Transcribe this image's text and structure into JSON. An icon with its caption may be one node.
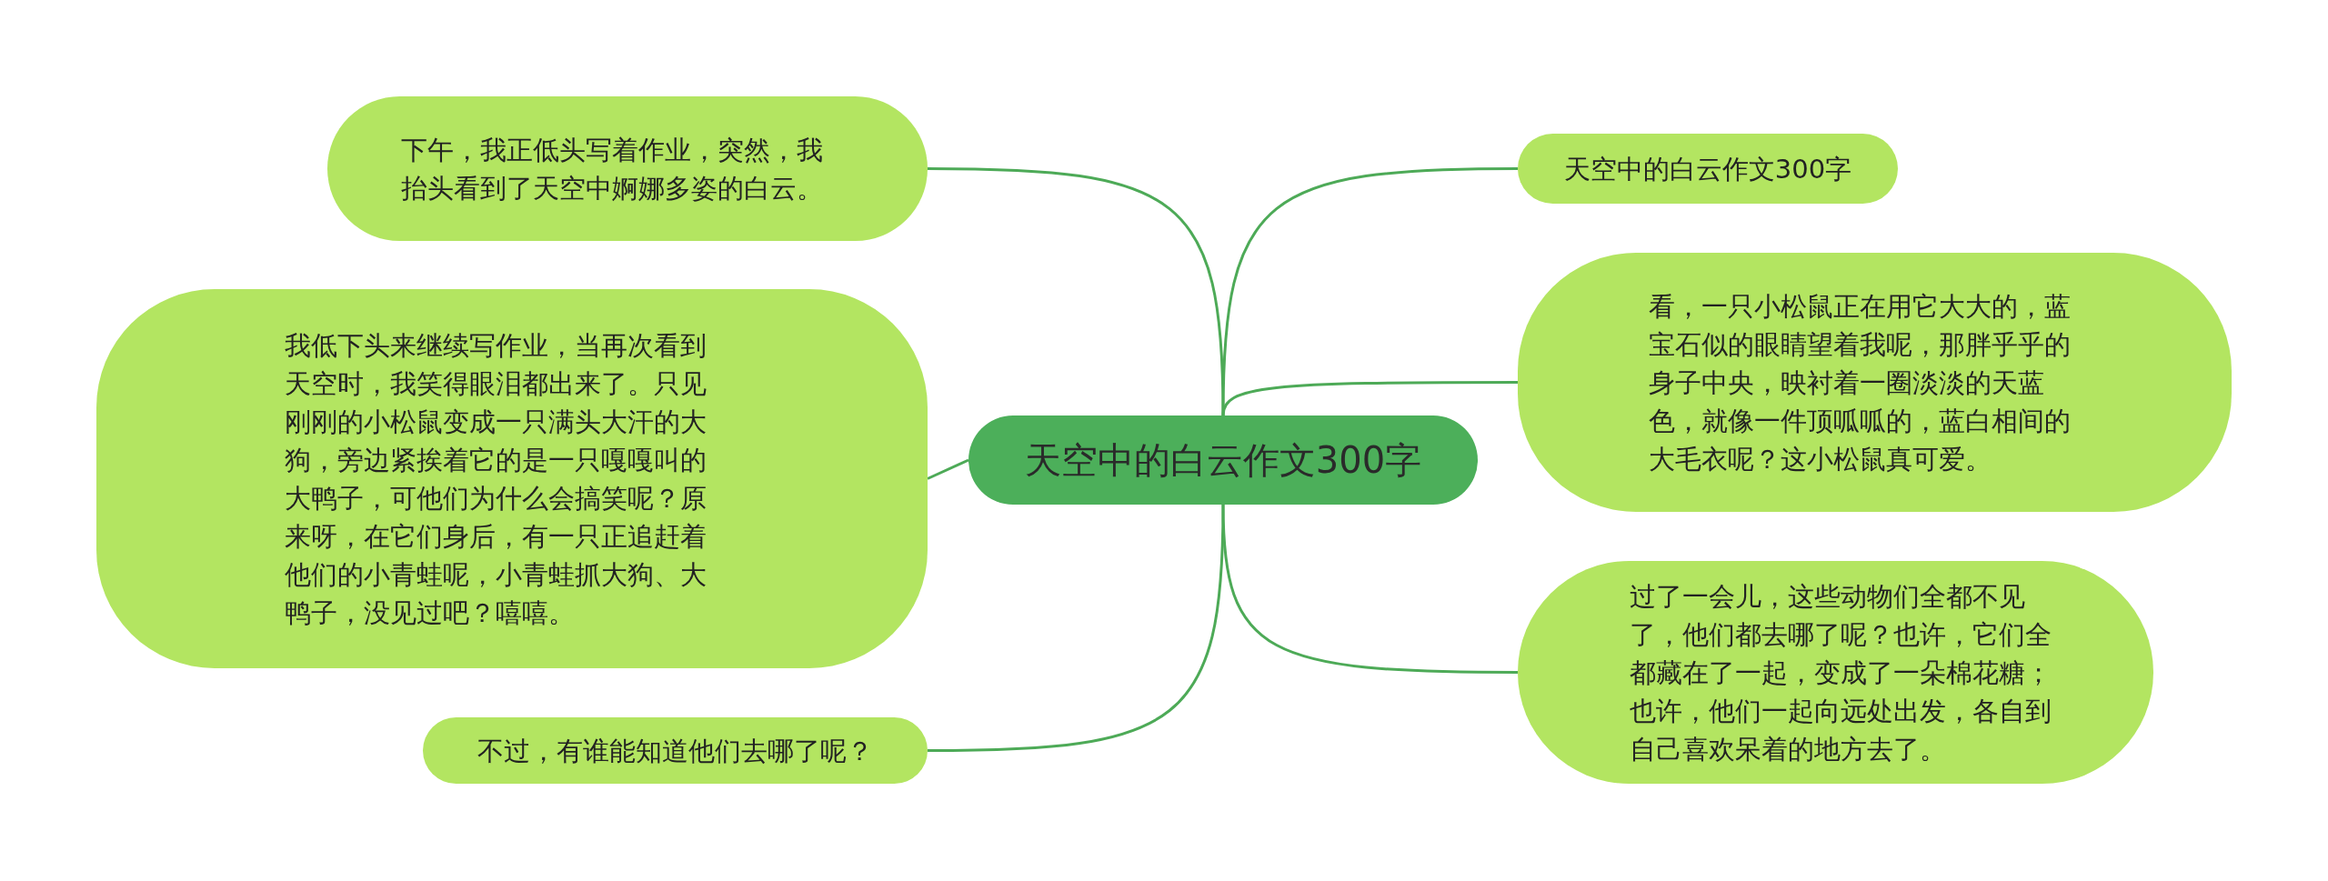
{
  "diagram": {
    "nodes": [
      {
        "text": [
          "天空中的白云作文300字"
        ]
      },
      {
        "text": [
          "下午，我正低头写着作业，突然，我抬头看到了天空中婀娜多姿的白云。"
        ]
      },
      {
        "text": [
          "我低下头来继续写作业，当再次看到天空时，我笑得眼泪都出来了。只见刚刚的小松鼠变成一只满头大汗的大狗，旁边紧挨着它的是一只嘎嘎叫的大鸭子，可他们为什么会搞笑呢？原来呀，在它们身后，有一只正追赶着他们的小青蛙呢，小青蛙抓大狗、大鸭子，没见过吧？嘻嘻。"
        ]
      },
      {
        "text": [
          "不过，有谁能知道他们去哪了呢？"
        ]
      },
      {
        "text": [
          "天空中的白云作文300字"
        ]
      },
      {
        "text": [
          "看，一只小松鼠正在用它大大的，蓝宝石似的眼睛望着我呢，那胖乎乎的身子中央，映衬着一圈淡淡的天蓝色，就像一件顶呱呱的，蓝白相间的大毛衣呢？这小松鼠真可爱。"
        ]
      },
      {
        "text": [
          "过了一会儿，这些动物们全都不见了，他们都去哪了呢？也许，它们全都藏在了一起，变成了一朵棉花糖；也许，他们一起向远处出发，各自到自己喜欢呆着的地方去了。"
        ]
      }
    ],
    "edges": [
      {
        "from": 0,
        "to": 1,
        "arrow": "none"
      },
      {
        "from": 0,
        "to": 2,
        "arrow": "none"
      },
      {
        "from": 0,
        "to": 3,
        "arrow": "none"
      },
      {
        "from": 0,
        "to": 4,
        "arrow": "none"
      },
      {
        "from": 0,
        "to": 5,
        "arrow": "none"
      },
      {
        "from": 0,
        "to": 6,
        "arrow": "none"
      }
    ]
  }
}
